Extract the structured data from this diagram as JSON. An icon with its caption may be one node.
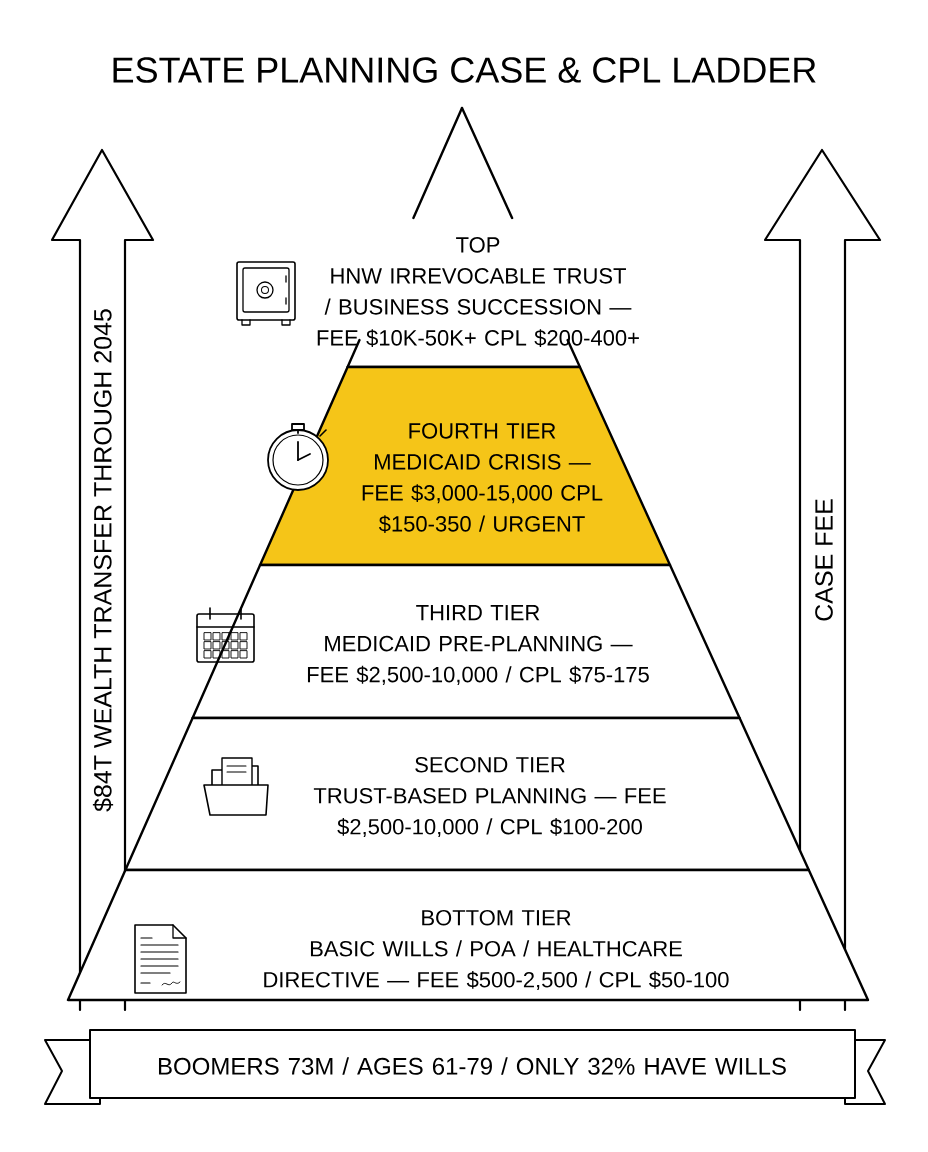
{
  "diagram": {
    "title": "ESTATE PLANNING CASE & CPL LADDER",
    "nodes": [
      {
        "text": [
          "TOP",
          "HNW IRREVOCABLE TRUST / BUSINESS SUCCESSION — FEE $10K-50K+ CPL $200-400+"
        ]
      },
      {
        "text": [
          "FOURTH TIER",
          "MEDICAID CRISIS — FEE $3,000-15,000 CPL $150-350 / URGENT"
        ]
      },
      {
        "text": [
          "THIRD TIER",
          "MEDICAID PRE-PLANNING — FEE $2,500-10,000 / CPL $75-175"
        ]
      },
      {
        "text": [
          "SECOND TIER",
          "TRUST-BASED PLANNING — FEE $2,500-10,000 / CPL $100-200"
        ]
      },
      {
        "text": [
          "BOTTOM TIER",
          "BASIC WILLS / POA / HEALTHCARE DIRECTIVE — FEE $500-2,500 / CPL $50-100"
        ]
      },
      {
        "text": [
          "BOOMERS 73M / AGES 61-79 / ONLY 32% HAVE WILLS"
        ]
      }
    ],
    "labels": [
      "$84T WEALTH TRANSFER THROUGH 2045",
      "CASE FEE"
    ]
  }
}
